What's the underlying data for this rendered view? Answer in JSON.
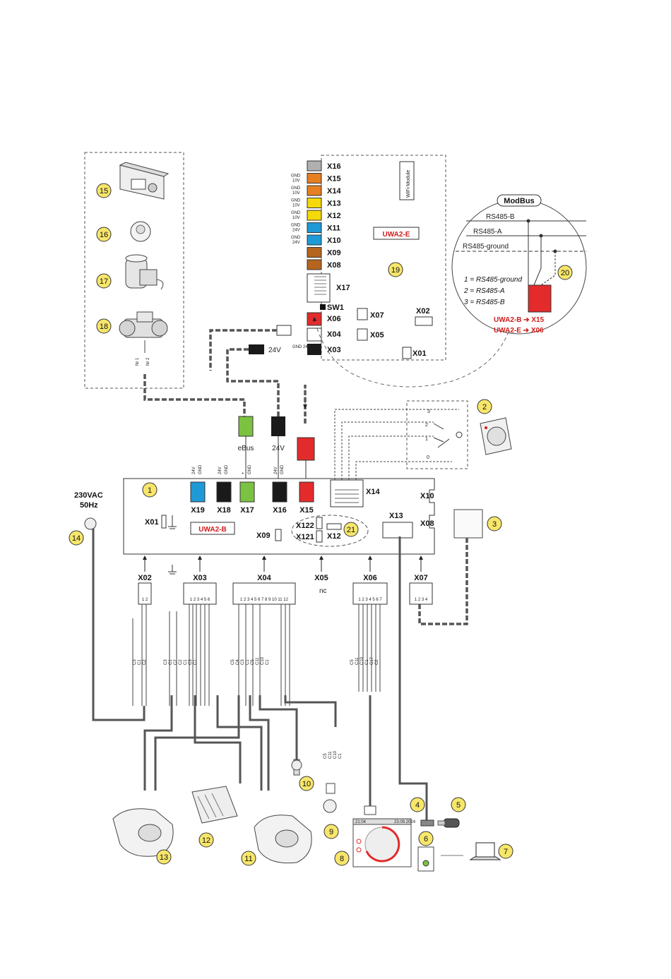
{
  "colors": {
    "orange": "#e67e22",
    "yellow": "#f5d90a",
    "blue": "#1e9ad6",
    "brown": "#b5651d",
    "gray": "#b0b0b0",
    "green": "#7cc242",
    "red": "#e32b2b",
    "black": "#1a1a1a",
    "callout": "#f7e66b"
  },
  "uwa2e": {
    "title": "UWA2-E",
    "wifi": "WiFi-Module",
    "sw": "SW1",
    "connectors": [
      {
        "name": "X16",
        "color": "gray",
        "side": ""
      },
      {
        "name": "X15",
        "color": "orange",
        "side": "GND 10V"
      },
      {
        "name": "X14",
        "color": "orange",
        "side": "GND 10V"
      },
      {
        "name": "X13",
        "color": "yellow",
        "side": "GND 10V"
      },
      {
        "name": "X12",
        "color": "yellow",
        "side": "GND 10V"
      },
      {
        "name": "X11",
        "color": "blue",
        "side": "GND 24V"
      },
      {
        "name": "X10",
        "color": "blue",
        "side": "GND 24V"
      },
      {
        "name": "X09",
        "color": "brown",
        "side": ""
      },
      {
        "name": "X08",
        "color": "brown",
        "side": ""
      }
    ],
    "x17": "X17",
    "x06": "X06",
    "x04": "X04",
    "x03": "X03",
    "x07": "X07",
    "x05": "X05",
    "x02": "X02",
    "x01": "X01",
    "ext_24v": "24V",
    "ext_gnd24": "GND 24V"
  },
  "modbus": {
    "title": "ModBus",
    "lines": [
      "RS485-B",
      "RS485-A",
      "RS485-ground"
    ],
    "legend": [
      "1 = RS485-ground",
      "2 = RS485-A",
      "3 = RS485-B"
    ],
    "map": [
      "UWA2-B ➔ X15",
      "UWA2-E ➔ X06"
    ]
  },
  "uwa2b": {
    "title": "UWA2-B",
    "connectors": [
      {
        "name": "X19",
        "color": "blue",
        "top": "24V GND"
      },
      {
        "name": "X18",
        "color": "black",
        "top": "24V GND"
      },
      {
        "name": "X17",
        "color": "green",
        "top": "+ GND"
      },
      {
        "name": "X16",
        "color": "black",
        "top": "24V GND"
      },
      {
        "name": "X15",
        "color": "red",
        "top": ""
      }
    ],
    "x14": "X14",
    "x10": "X10",
    "x08": "X08",
    "x13": "X13",
    "x01": "X01",
    "x09": "X09",
    "x122": "X122",
    "x121": "X121",
    "x12": "X12"
  },
  "ext_connectors": {
    "ebus": "eBus",
    "v24": "24V"
  },
  "bottom_connectors": [
    {
      "name": "X02",
      "pins": "1 2"
    },
    {
      "name": "X03",
      "pins": "1 2 3 4 5 6"
    },
    {
      "name": "X04",
      "pins": "1 2 3 4 5 6 7 8 9 10 11 12"
    },
    {
      "name": "X05",
      "pins": "nc"
    },
    {
      "name": "X06",
      "pins": "1 2 3 4 5 6 7"
    },
    {
      "name": "X07",
      "pins": "1 2 3 4"
    }
  ],
  "wires": {
    "x02": [
      "C3",
      "C1",
      "C2"
    ],
    "x03": [
      "C3",
      "C1",
      "C2",
      "C2",
      "C1",
      "C3",
      "C1"
    ],
    "x04": [
      "C5",
      "C4",
      "C3",
      "C1",
      "C5",
      "C11",
      "C10",
      "C1"
    ],
    "x06": [
      "C5",
      "C11",
      "C10",
      "C1",
      "C17",
      "C2"
    ],
    "item9": [
      "C5",
      "C11",
      "C10",
      "C1"
    ]
  },
  "power": {
    "line1": "230VAC",
    "line2": "50Hz"
  },
  "switch": {
    "pos3": "3",
    "pos2": "2",
    "pos1": "1",
    "pos0": "0"
  },
  "jumper21": "21",
  "callouts": [
    "1",
    "2",
    "3",
    "4",
    "5",
    "6",
    "7",
    "8",
    "9",
    "10",
    "11",
    "12",
    "13",
    "14",
    "15",
    "16",
    "17",
    "18",
    "19",
    "20",
    "21"
  ],
  "item18_labels": [
    "Nr 1",
    "Nr 2"
  ],
  "screen": {
    "left": "21:04",
    "right": "23.09.2024"
  }
}
